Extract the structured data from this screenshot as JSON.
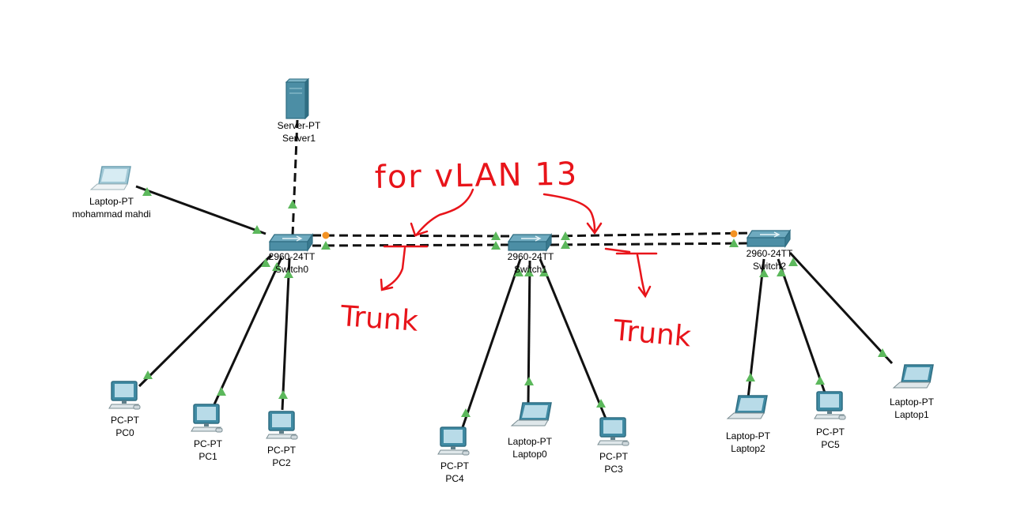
{
  "devices": [
    {
      "id": "server1",
      "kind": "server",
      "type_label": "Server-PT",
      "name": "Server1"
    },
    {
      "id": "laptop-mm",
      "kind": "laptop",
      "type_label": "Laptop-PT",
      "name": "mohammad mahdi"
    },
    {
      "id": "switch0",
      "kind": "switch",
      "type_label": "2960-24TT",
      "name": "Switch0"
    },
    {
      "id": "switch1",
      "kind": "switch",
      "type_label": "2960-24TT",
      "name": "Switch1"
    },
    {
      "id": "switch2",
      "kind": "switch",
      "type_label": "2960-24TT",
      "name": "Switch2"
    },
    {
      "id": "pc0",
      "kind": "pc",
      "type_label": "PC-PT",
      "name": "PC0"
    },
    {
      "id": "pc1",
      "kind": "pc",
      "type_label": "PC-PT",
      "name": "PC1"
    },
    {
      "id": "pc2",
      "kind": "pc",
      "type_label": "PC-PT",
      "name": "PC2"
    },
    {
      "id": "pc4",
      "kind": "pc",
      "type_label": "PC-PT",
      "name": "PC4"
    },
    {
      "id": "laptop0",
      "kind": "laptop",
      "type_label": "Laptop-PT",
      "name": "Laptop0"
    },
    {
      "id": "pc3",
      "kind": "pc",
      "type_label": "PC-PT",
      "name": "PC3"
    },
    {
      "id": "laptop2",
      "kind": "laptop",
      "type_label": "Laptop-PT",
      "name": "Laptop2"
    },
    {
      "id": "pc5",
      "kind": "pc",
      "type_label": "PC-PT",
      "name": "PC5"
    },
    {
      "id": "laptop1",
      "kind": "laptop",
      "type_label": "Laptop-PT",
      "name": "Laptop1"
    }
  ],
  "links": [
    {
      "from": "switch0",
      "to": "server1",
      "cable": "crossover"
    },
    {
      "from": "switch0",
      "to": "laptop-mm",
      "cable": "straight"
    },
    {
      "from": "switch0",
      "to": "pc0",
      "cable": "straight"
    },
    {
      "from": "switch0",
      "to": "pc1",
      "cable": "straight"
    },
    {
      "from": "switch0",
      "to": "pc2",
      "cable": "straight"
    },
    {
      "from": "switch0",
      "to": "switch1",
      "cable": "crossover"
    },
    {
      "from": "switch0",
      "to": "switch1",
      "cable": "crossover"
    },
    {
      "from": "switch1",
      "to": "switch2",
      "cable": "crossover"
    },
    {
      "from": "switch1",
      "to": "switch2",
      "cable": "crossover"
    },
    {
      "from": "switch1",
      "to": "pc4",
      "cable": "straight"
    },
    {
      "from": "switch1",
      "to": "laptop0",
      "cable": "straight"
    },
    {
      "from": "switch1",
      "to": "pc3",
      "cable": "straight"
    },
    {
      "from": "switch2",
      "to": "laptop2",
      "cable": "straight"
    },
    {
      "from": "switch2",
      "to": "pc5",
      "cable": "straight"
    },
    {
      "from": "switch2",
      "to": "laptop1",
      "cable": "straight"
    }
  ],
  "annotations": {
    "vlan_note": "for vLAN 13",
    "trunk_left": "Trunk",
    "trunk_right": "Trunk"
  },
  "colors": {
    "link": "#111111",
    "link_up": "#5cb85c",
    "link_amber": "#f39223",
    "annotation": "#e8141a",
    "device_body": "#5a97ad",
    "device_dark": "#2f6d82",
    "screen": "#b8dbe8"
  }
}
